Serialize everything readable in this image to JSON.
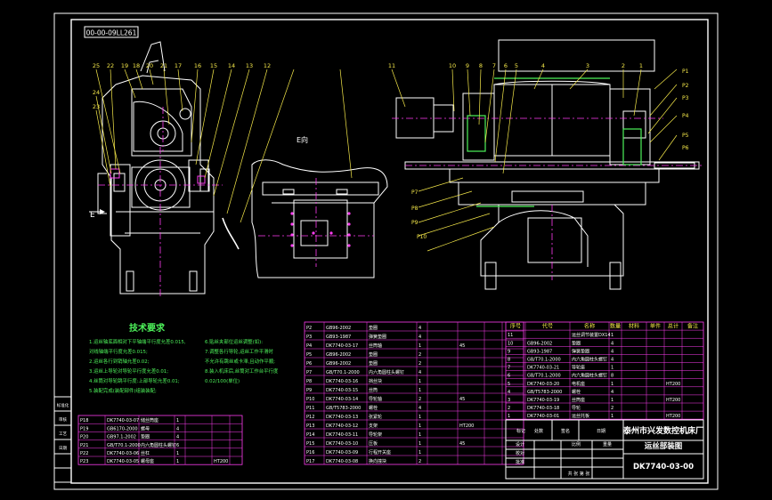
{
  "sheet": {
    "drawing_code_box": "00-00-09LL261",
    "view_label": "E向",
    "arrow_label": "E",
    "company": "泰州市兴发数控机床厂",
    "drawing_title": "运丝部装图",
    "drawing_number": "DK7740-03-00"
  },
  "tech_requirements": {
    "title": "技术要求",
    "items": [
      "1.运丝轴底面相对下平轴端平行度允差0.015,",
      "  对线轴端平行度允差0.015;",
      "2.运丝各行到销轴允差0.02;",
      "3.运丝上导轮对导轮平行度允差0.01;",
      "4.丝筒对导轮跳平行度:上部导轮允差0.01;",
      "5.装配完成(装配部件)组装装配;",
      "6.贴丝夹部位运丝调整(如):",
      "7.调整各行导轮,运丝工作平滑时",
      "  不允许有跳丝或卡滞,且动作平顺;",
      "8.装入机床后,丝筒对工作台平行度",
      "  0.02/100(单位)"
    ]
  },
  "callouts_left": [
    "25",
    "22",
    "19",
    "18",
    "20",
    "21",
    "17",
    "16",
    "15",
    "14",
    "13",
    "12",
    "24",
    "23"
  ],
  "callouts_right": [
    "11",
    "10",
    "9",
    "8",
    "7",
    "6",
    "5",
    "4",
    "3",
    "2",
    "1"
  ],
  "callouts_pp": [
    "P1",
    "P2",
    "P3",
    "P4",
    "P5",
    "P6",
    "P7",
    "P8",
    "P9",
    "P10"
  ],
  "bom_right_header": [
    "序号",
    "代号",
    "名称",
    "数量",
    "材料",
    "单件",
    "总计",
    "备注"
  ],
  "bom_right_rows": [
    [
      "11",
      "",
      "运丝调节装置DX14",
      "1",
      "",
      "",
      "",
      ""
    ],
    [
      "10",
      "GB96-2002",
      "垫圈",
      "4",
      "",
      "",
      "",
      ""
    ],
    [
      "9",
      "GB93-1987",
      "弹簧垫圈",
      "4",
      "",
      "",
      "",
      ""
    ],
    [
      "8",
      "GB/T70.1-2000",
      "内六角圆柱头螺钉",
      "4",
      "",
      "",
      "",
      ""
    ],
    [
      "7",
      "DK7740-03-21",
      "导轮座",
      "1",
      "",
      "",
      "",
      ""
    ],
    [
      "6",
      "GB/T70.1-2000",
      "内六角圆柱头螺钉",
      "8",
      "",
      "",
      "",
      ""
    ],
    [
      "5",
      "DK7740-03-20",
      "电机座",
      "1",
      "",
      "",
      "HT200",
      ""
    ],
    [
      "4",
      "GB/T5783-2000",
      "螺栓",
      "4",
      "",
      "",
      "",
      ""
    ],
    [
      "3",
      "DK7740-03-19",
      "丝筒座",
      "1",
      "",
      "",
      "HT200",
      ""
    ],
    [
      "2",
      "DK7740-03-18",
      "导轮",
      "2",
      "",
      "",
      "",
      ""
    ],
    [
      "1",
      "DK7740-03-01",
      "运丝托板",
      "1",
      "",
      "",
      "HT200",
      ""
    ]
  ],
  "bom_mid_rows": [
    [
      "P2",
      "GB96-2002",
      "垫圈",
      "4",
      "",
      "",
      ""
    ],
    [
      "P3",
      "GB93-1987",
      "弹簧垫圈",
      "4",
      "",
      "",
      ""
    ],
    [
      "P4",
      "DK7740-03-17",
      "丝筒轴",
      "1",
      "",
      "45",
      ""
    ],
    [
      "P5",
      "GB96-2002",
      "垫圈",
      "2",
      "",
      "",
      ""
    ],
    [
      "P6",
      "GB96-2002",
      "垫圈",
      "2",
      "",
      "",
      ""
    ],
    [
      "P7",
      "GB/T70.1-2000",
      "内六角圆柱头螺钉",
      "4",
      "",
      "",
      ""
    ],
    [
      "P8",
      "DK7740-03-16",
      "挡丝块",
      "1",
      "",
      "",
      ""
    ],
    [
      "P9",
      "DK7740-03-15",
      "丝筒",
      "1",
      "",
      "",
      ""
    ],
    [
      "P10",
      "DK7740-03-14",
      "导轮轴",
      "2",
      "",
      "45",
      ""
    ],
    [
      "P11",
      "GB/T5783-2000",
      "螺栓",
      "4",
      "",
      "",
      ""
    ],
    [
      "P12",
      "DK7740-03-13",
      "张紧轮",
      "1",
      "",
      "",
      ""
    ],
    [
      "P13",
      "DK7740-03-12",
      "支架",
      "1",
      "",
      "HT200",
      ""
    ],
    [
      "P14",
      "DK7740-03-11",
      "导轮架",
      "1",
      "",
      "",
      ""
    ],
    [
      "P15",
      "DK7740-03-10",
      "压板",
      "1",
      "",
      "45",
      ""
    ],
    [
      "P16",
      "DK7740-03-09",
      "行程开关座",
      "1",
      "",
      "",
      ""
    ],
    [
      "P17",
      "DK7740-03-08",
      "换向撞块",
      "2",
      "",
      "",
      ""
    ]
  ],
  "bom_left_rows": [
    [
      "P18",
      "DK7740-03-07",
      "储丝筒座",
      "1",
      "",
      "",
      ""
    ],
    [
      "P19",
      "GB6170-2000",
      "螺母",
      "4",
      "",
      "",
      ""
    ],
    [
      "P20",
      "GB97.1-2002",
      "垫圈",
      "4",
      "",
      "",
      ""
    ],
    [
      "P21",
      "GB/T70.1-2000",
      "内六角圆柱头螺钉",
      "6",
      "",
      "",
      ""
    ],
    [
      "P22",
      "DK7740-03-06",
      "丝杠",
      "1",
      "",
      "",
      ""
    ],
    [
      "P23",
      "DK7740-03-05",
      "螺母座",
      "1",
      "",
      "HT200",
      ""
    ]
  ],
  "title_block": {
    "design": "设计",
    "check": "校对",
    "approve": "批准",
    "scale_label": "比例",
    "weight_label": "重量",
    "sheet_label": "共 张 第 张",
    "marks": "标记",
    "count": "处数",
    "sign": "签名",
    "date": "日期"
  },
  "side_strip": [
    "标准化",
    "审核",
    "工艺",
    "日期"
  ],
  "colors": {
    "frame": "#ffffff",
    "drawing": "#ffffff",
    "centerline": "#ff3df2",
    "dimension": "#4df25a",
    "leader": "#f6e94a",
    "table": "#ff3df2",
    "text": "#ffffff"
  }
}
